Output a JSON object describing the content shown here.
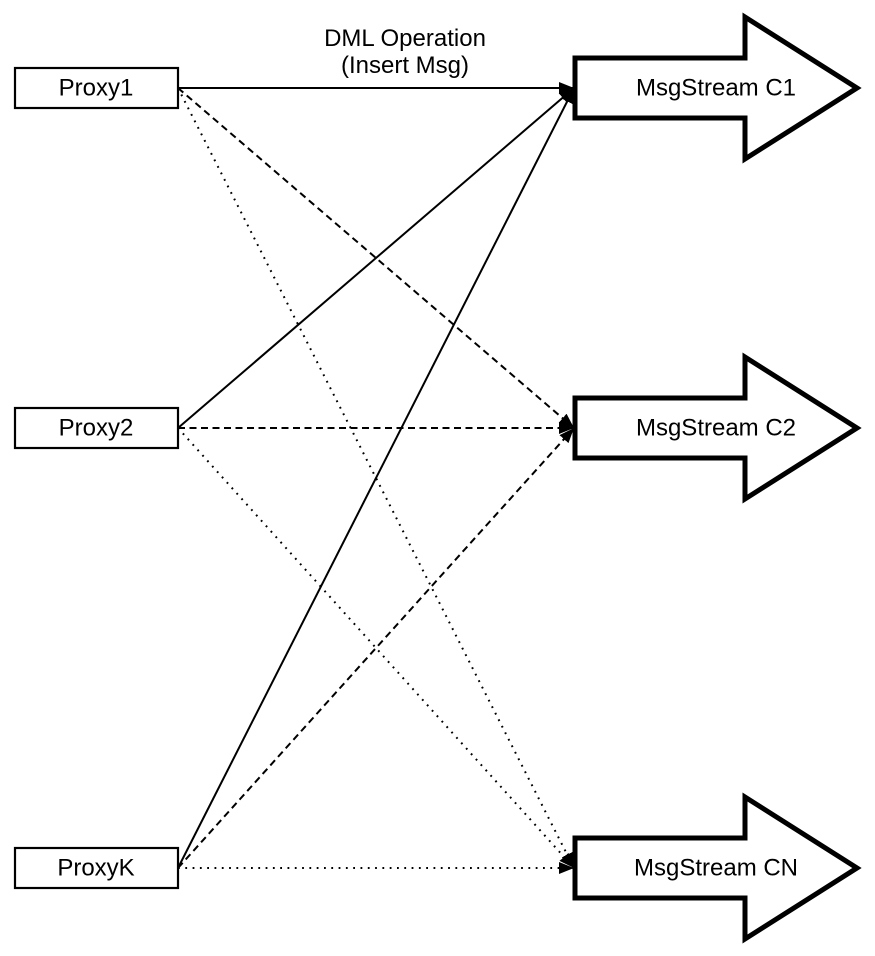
{
  "diagram": {
    "title": {
      "line1": "DML Operation",
      "line2": "(Insert Msg)"
    },
    "proxies": [
      {
        "label": "Proxy1"
      },
      {
        "label": "Proxy2"
      },
      {
        "label": "ProxyK"
      }
    ],
    "streams": [
      {
        "label": "MsgStream C1"
      },
      {
        "label": "MsgStream C2"
      },
      {
        "label": "MsgStream CN"
      }
    ],
    "edges": [
      {
        "from": "Proxy1",
        "to": "MsgStream C1",
        "style": "solid"
      },
      {
        "from": "Proxy1",
        "to": "MsgStream C2",
        "style": "dashed"
      },
      {
        "from": "Proxy1",
        "to": "MsgStream CN",
        "style": "dotted"
      },
      {
        "from": "Proxy2",
        "to": "MsgStream C1",
        "style": "solid"
      },
      {
        "from": "Proxy2",
        "to": "MsgStream C2",
        "style": "dashed"
      },
      {
        "from": "Proxy2",
        "to": "MsgStream CN",
        "style": "dotted"
      },
      {
        "from": "ProxyK",
        "to": "MsgStream C1",
        "style": "solid"
      },
      {
        "from": "ProxyK",
        "to": "MsgStream C2",
        "style": "dashed"
      },
      {
        "from": "ProxyK",
        "to": "MsgStream CN",
        "style": "dotted"
      }
    ],
    "colors": {
      "stroke": "#000000",
      "fill": "#ffffff",
      "background": "#ffffff"
    }
  }
}
